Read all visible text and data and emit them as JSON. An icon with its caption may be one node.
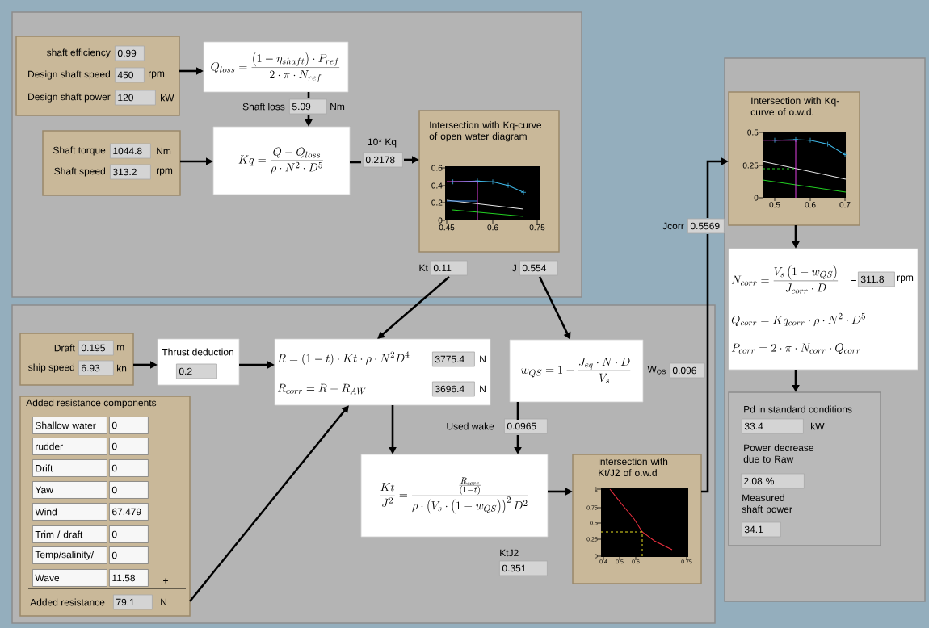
{
  "diagram": {
    "nodes": [
      {
        "text": [],
        "shape": "box"
      },
      {
        "text": [
          "shaft efficiency",
          "0.99",
          "Design shaft speed",
          "450",
          "rpm",
          "Design shaft power",
          "120",
          "kW"
        ],
        "in": 0
      },
      {
        "text": [
          "Q_{loss}=\\frac{\\left(1-\\eta_{shaft}\\right)\\cdot P_{ref}}{2\\cdot\\pi\\cdot N_{ref}}"
        ],
        "in": 0
      },
      {
        "text": [
          "Shaft loss",
          "5.09",
          "Nm"
        ],
        "in": 0
      },
      {
        "text": [
          "Shaft torque",
          "1044.8",
          "Nm",
          "Shaft speed",
          "313.2",
          "rpm"
        ],
        "in": 0
      },
      {
        "text": [
          "Kq=\\frac{Q-Q_{loss}}{\\rho\\cdot N^{2}\\cdot D^{5}}"
        ],
        "in": 0
      },
      {
        "text": [
          "10* Kq",
          "0.2178"
        ],
        "in": 0
      },
      {
        "text": [
          "Intersection with Kq-curve of open water diagram",
          "0.6",
          "0.4",
          "0.2",
          "0",
          "0.45",
          "0.6",
          "0.75"
        ],
        "in": 0
      },
      {
        "text": [
          "Kt",
          "0.11"
        ],
        "in": 0
      },
      {
        "text": [
          "J",
          "0.554"
        ],
        "in": 0
      },
      {
        "text": [],
        "shape": "box"
      },
      {
        "text": [
          "Draft",
          "0.195",
          "m",
          "ship speed",
          "6.93",
          "kn"
        ],
        "in": 10
      },
      {
        "text": [
          "Thrust deduction",
          "0.2"
        ],
        "in": 10
      },
      {
        "text": [
          "R=\\left(1-t\\right)\\cdot Kt\\cdot\\rho\\cdot N^{2}D^{4}",
          "3775.4",
          "N",
          "R_{corr}=R-R_{AW}",
          "3696.4",
          "N"
        ],
        "in": 10
      },
      {
        "text": [
          "w_{QS}=1-\\frac{J_{eq}\\cdot N\\cdot D}{V_{s}}"
        ],
        "in": 10
      },
      {
        "text": [
          "W$_{QS}$",
          "0.096"
        ],
        "in": 10
      },
      {
        "text": [
          "Added resistance components",
          "Shallow water",
          "0",
          "rudder",
          "0",
          "Drift",
          "0",
          "Yaw",
          "0",
          "Wind",
          "67.479",
          "Trim / draft",
          "0",
          "Temp/salinity/",
          "0",
          "Wave",
          "11.58",
          "+",
          "Added resistance",
          "79.1",
          "N"
        ],
        "in": 10
      },
      {
        "text": [
          "Used wake",
          "0.0965"
        ],
        "in": 10
      },
      {
        "text": [
          "\\frac{Kt}{J^{2}}=\\frac{\\frac{R_{corr}}{\\left(1-t\\right)}}{\\rho\\cdot\\left(V_{s}\\cdot\\left(1-w_{QS}\\right)\\right)^{2}D^{2}}"
        ],
        "in": 10
      },
      {
        "text": [
          "intersection with Kt/J2 of o.w.d",
          "1",
          "0.75",
          "0.5",
          "0.25",
          "0",
          "0.4",
          "0.5",
          "0.6",
          "0.75"
        ],
        "in": 10
      },
      {
        "text": [
          "KtJ2",
          "0.351"
        ],
        "in": 10
      },
      {
        "text": [],
        "shape": "box"
      },
      {
        "text": [
          "Intersection with Kq-curve of o.w.d.",
          "0.5",
          "0.25",
          "0",
          "0.5",
          "0.6",
          "0.7"
        ],
        "in": 21
      },
      {
        "text": [
          "Jcorr",
          "0.5569"
        ]
      },
      {
        "text": [
          "N_{corr}=\\frac{V_{s}\\left(1-w_{QS}\\right)}{J_{corr}\\cdot D}",
          "=",
          "311.8",
          "rpm",
          "Q_{corr}=Kq_{corr}\\cdot\\rho\\cdot N^{2}\\cdot D^{5}",
          "P_{corr}=2\\cdot\\pi\\cdot N_{corr}\\cdot Q_{corr}"
        ],
        "in": 21
      },
      {
        "text": [
          "Pd in standard conditions",
          "33.4",
          "kW",
          "Power decrease due to Raw",
          "2.08 %",
          "Measured shaft power",
          "34.1"
        ],
        "in": 21
      }
    ],
    "edges": [
      {
        "from": 1,
        "to": 2,
        "arrow": "to"
      },
      {
        "from": 2,
        "to": 3,
        "arrow": "none"
      },
      {
        "from": 3,
        "to": 5,
        "arrow": "to"
      },
      {
        "from": 4,
        "to": 5,
        "arrow": "to"
      },
      {
        "from": 5,
        "to": 6,
        "arrow": "none"
      },
      {
        "from": 6,
        "to": 7,
        "arrow": "to"
      },
      {
        "from": 8,
        "to": 13,
        "arrow": "to"
      },
      {
        "from": 9,
        "to": 14,
        "arrow": "to"
      },
      {
        "from": 11,
        "to": 12,
        "arrow": "to"
      },
      {
        "from": 12,
        "to": 13,
        "arrow": "to"
      },
      {
        "from": 16,
        "to": 13,
        "arrow": "to"
      },
      {
        "from": 13,
        "to": 18,
        "arrow": "to"
      },
      {
        "from": 14,
        "to": 17,
        "arrow": "none"
      },
      {
        "from": 17,
        "to": 18,
        "arrow": "to"
      },
      {
        "from": 18,
        "to": 19,
        "arrow": "to"
      },
      {
        "from": 19,
        "to": 23,
        "arrow": "none"
      },
      {
        "from": 23,
        "to": 22,
        "arrow": "to"
      },
      {
        "from": 22,
        "to": 24,
        "arrow": "to"
      },
      {
        "from": 24,
        "to": 25,
        "arrow": "to"
      }
    ]
  }
}
